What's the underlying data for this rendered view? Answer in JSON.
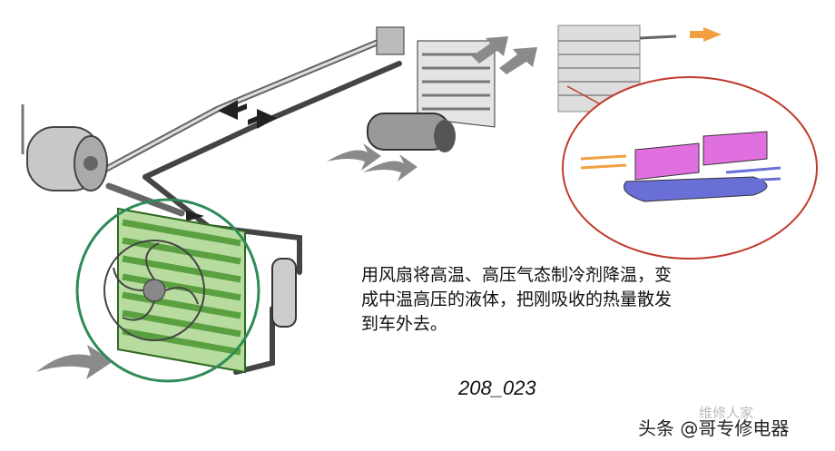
{
  "description": {
    "lines": [
      "用风扇将高温、高压气态制冷剂降温，变",
      "成中温高压的液体，把刚吸收的热量散发",
      "到车外去。"
    ]
  },
  "figure_code": "208_023",
  "watermark": {
    "secondary": "维修人家",
    "primary": "头条 @哥专修电器"
  },
  "colors": {
    "condenser_green": "#5aa040",
    "highlight_circle": "#2e8b57",
    "detail_circle": "#c0392b",
    "fin_pink": "#e070e0",
    "tube_blue": "#6a6fd8",
    "airflow_orange": "#f0a040",
    "pipe": "#555555"
  }
}
